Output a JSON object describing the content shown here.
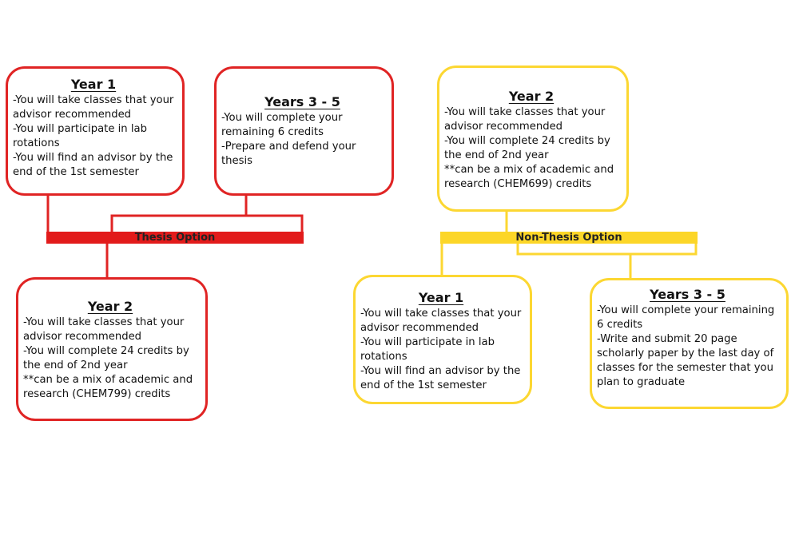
{
  "colors": {
    "thesis": "#e02424",
    "non_thesis": "#fcd732"
  },
  "thesis": {
    "bar_label": "Thesis Option",
    "year1": {
      "title": "Year 1",
      "lines": [
        "-You will take classes that your advisor recommended",
        "-You will participate in lab rotations",
        "-You will find an advisor by the end of the 1st semester"
      ]
    },
    "years35": {
      "title": "Years 3 - 5",
      "lines": [
        "-You will complete your remaining 6 credits",
        "-Prepare and defend your thesis"
      ]
    },
    "year2": {
      "title": "Year 2",
      "lines": [
        "-You will take classes that your advisor recommended",
        "-You will complete 24 credits by the end of 2nd year",
        "**can be a mix of academic and research (CHEM799) credits"
      ]
    }
  },
  "non_thesis": {
    "bar_label": "Non-Thesis Option",
    "year2": {
      "title": "Year 2",
      "lines": [
        "-You will take classes that your advisor recommended",
        "-You will complete 24 credits by the end of 2nd year",
        "**can be a mix of academic and research (CHEM699) credits"
      ]
    },
    "year1": {
      "title": "Year 1",
      "lines": [
        "-You will take classes that your advisor recommended",
        "-You will participate in lab rotations",
        "-You will find an advisor by the end of the 1st semester"
      ]
    },
    "years35": {
      "title": "Years 3 - 5",
      "lines": [
        "-You will complete your remaining 6 credits",
        "-Write and submit 20 page scholarly paper by the last day of classes for the semester that you plan to graduate"
      ]
    }
  }
}
